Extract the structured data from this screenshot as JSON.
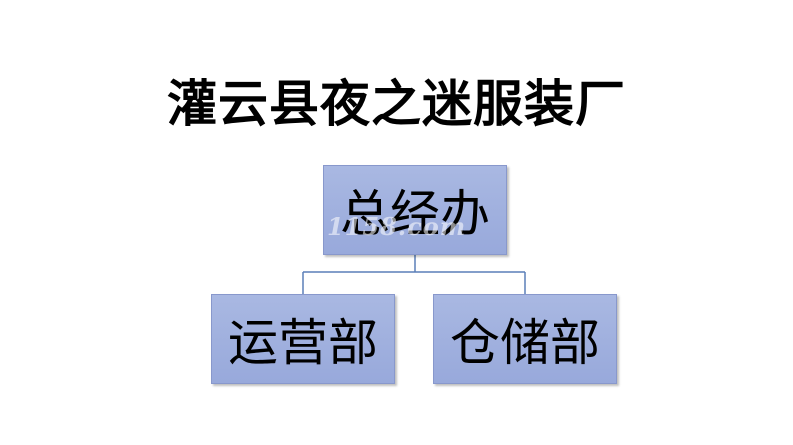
{
  "title": "灌云县夜之迷服装厂",
  "nodes": {
    "root": "总经办",
    "left": "运营部",
    "right": "仓储部"
  },
  "watermark": "1158.com",
  "colors": {
    "box_fill": "#a3b3e0",
    "box_border": "#8898cc",
    "connector": "#5a7fb8"
  }
}
